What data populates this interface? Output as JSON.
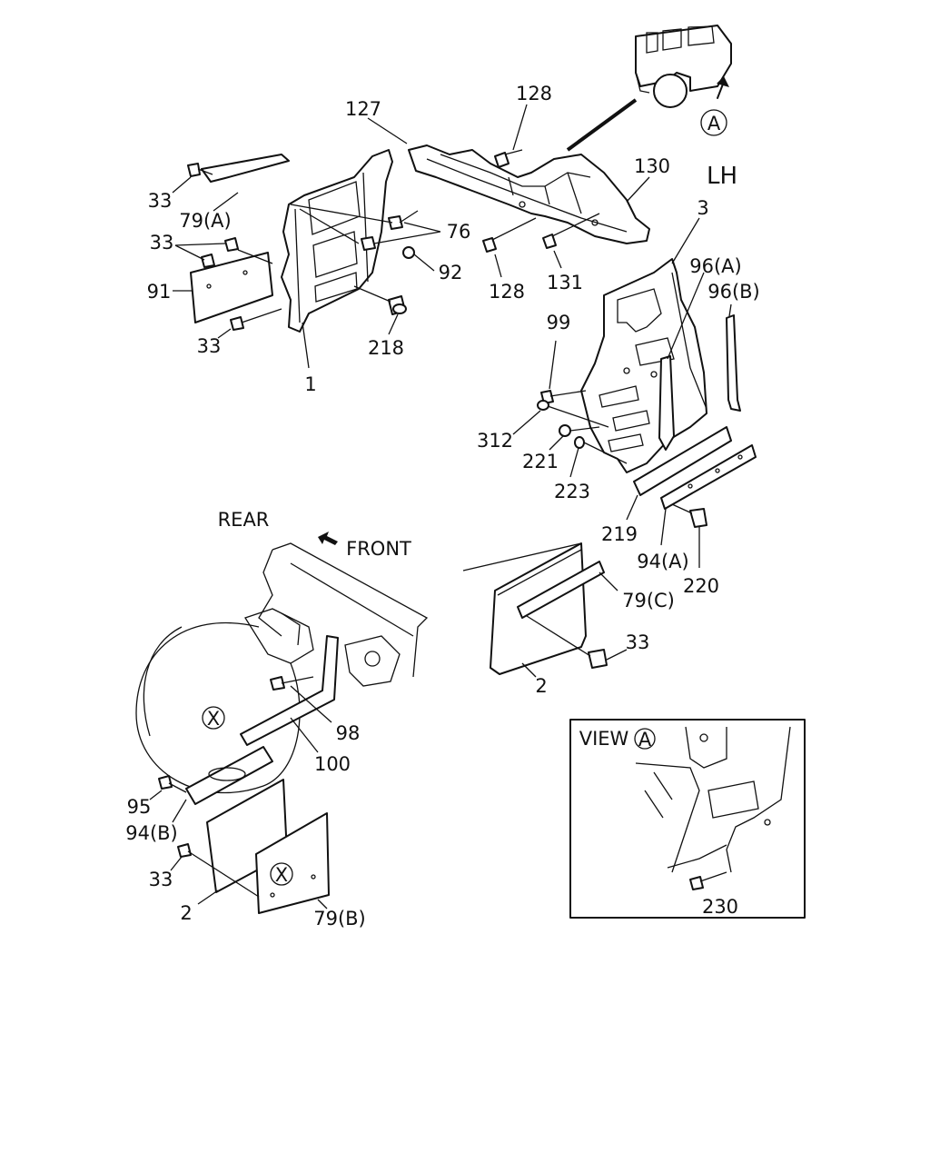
{
  "headings": {
    "side": "LH",
    "rear": "REAR",
    "front": "FRONT",
    "view_word": "VIEW",
    "view_letter": "A",
    "circle_a": "A"
  },
  "callouts": {
    "p127": "127",
    "p128a": "128",
    "p128b": "128",
    "p130": "130",
    "p131": "131",
    "p3": "3",
    "p96a": "96(A)",
    "p96b": "96(B)",
    "p99": "99",
    "p312": "312",
    "p221": "221",
    "p223": "223",
    "p219": "219",
    "p94a": "94(A)",
    "p220": "220",
    "p79c": "79(C)",
    "p33r": "33",
    "p2r": "2",
    "p33a": "33",
    "p79a": "79(A)",
    "p33b": "33",
    "p76": "76",
    "p92": "92",
    "p91": "91",
    "p33c": "33",
    "p218": "218",
    "p1": "1",
    "p98": "98",
    "p100": "100",
    "p95": "95",
    "p94b": "94(B)",
    "p33d": "33",
    "p2l": "2",
    "p79b": "79(B)",
    "p230": "230",
    "x1": "X",
    "x2": "X"
  }
}
